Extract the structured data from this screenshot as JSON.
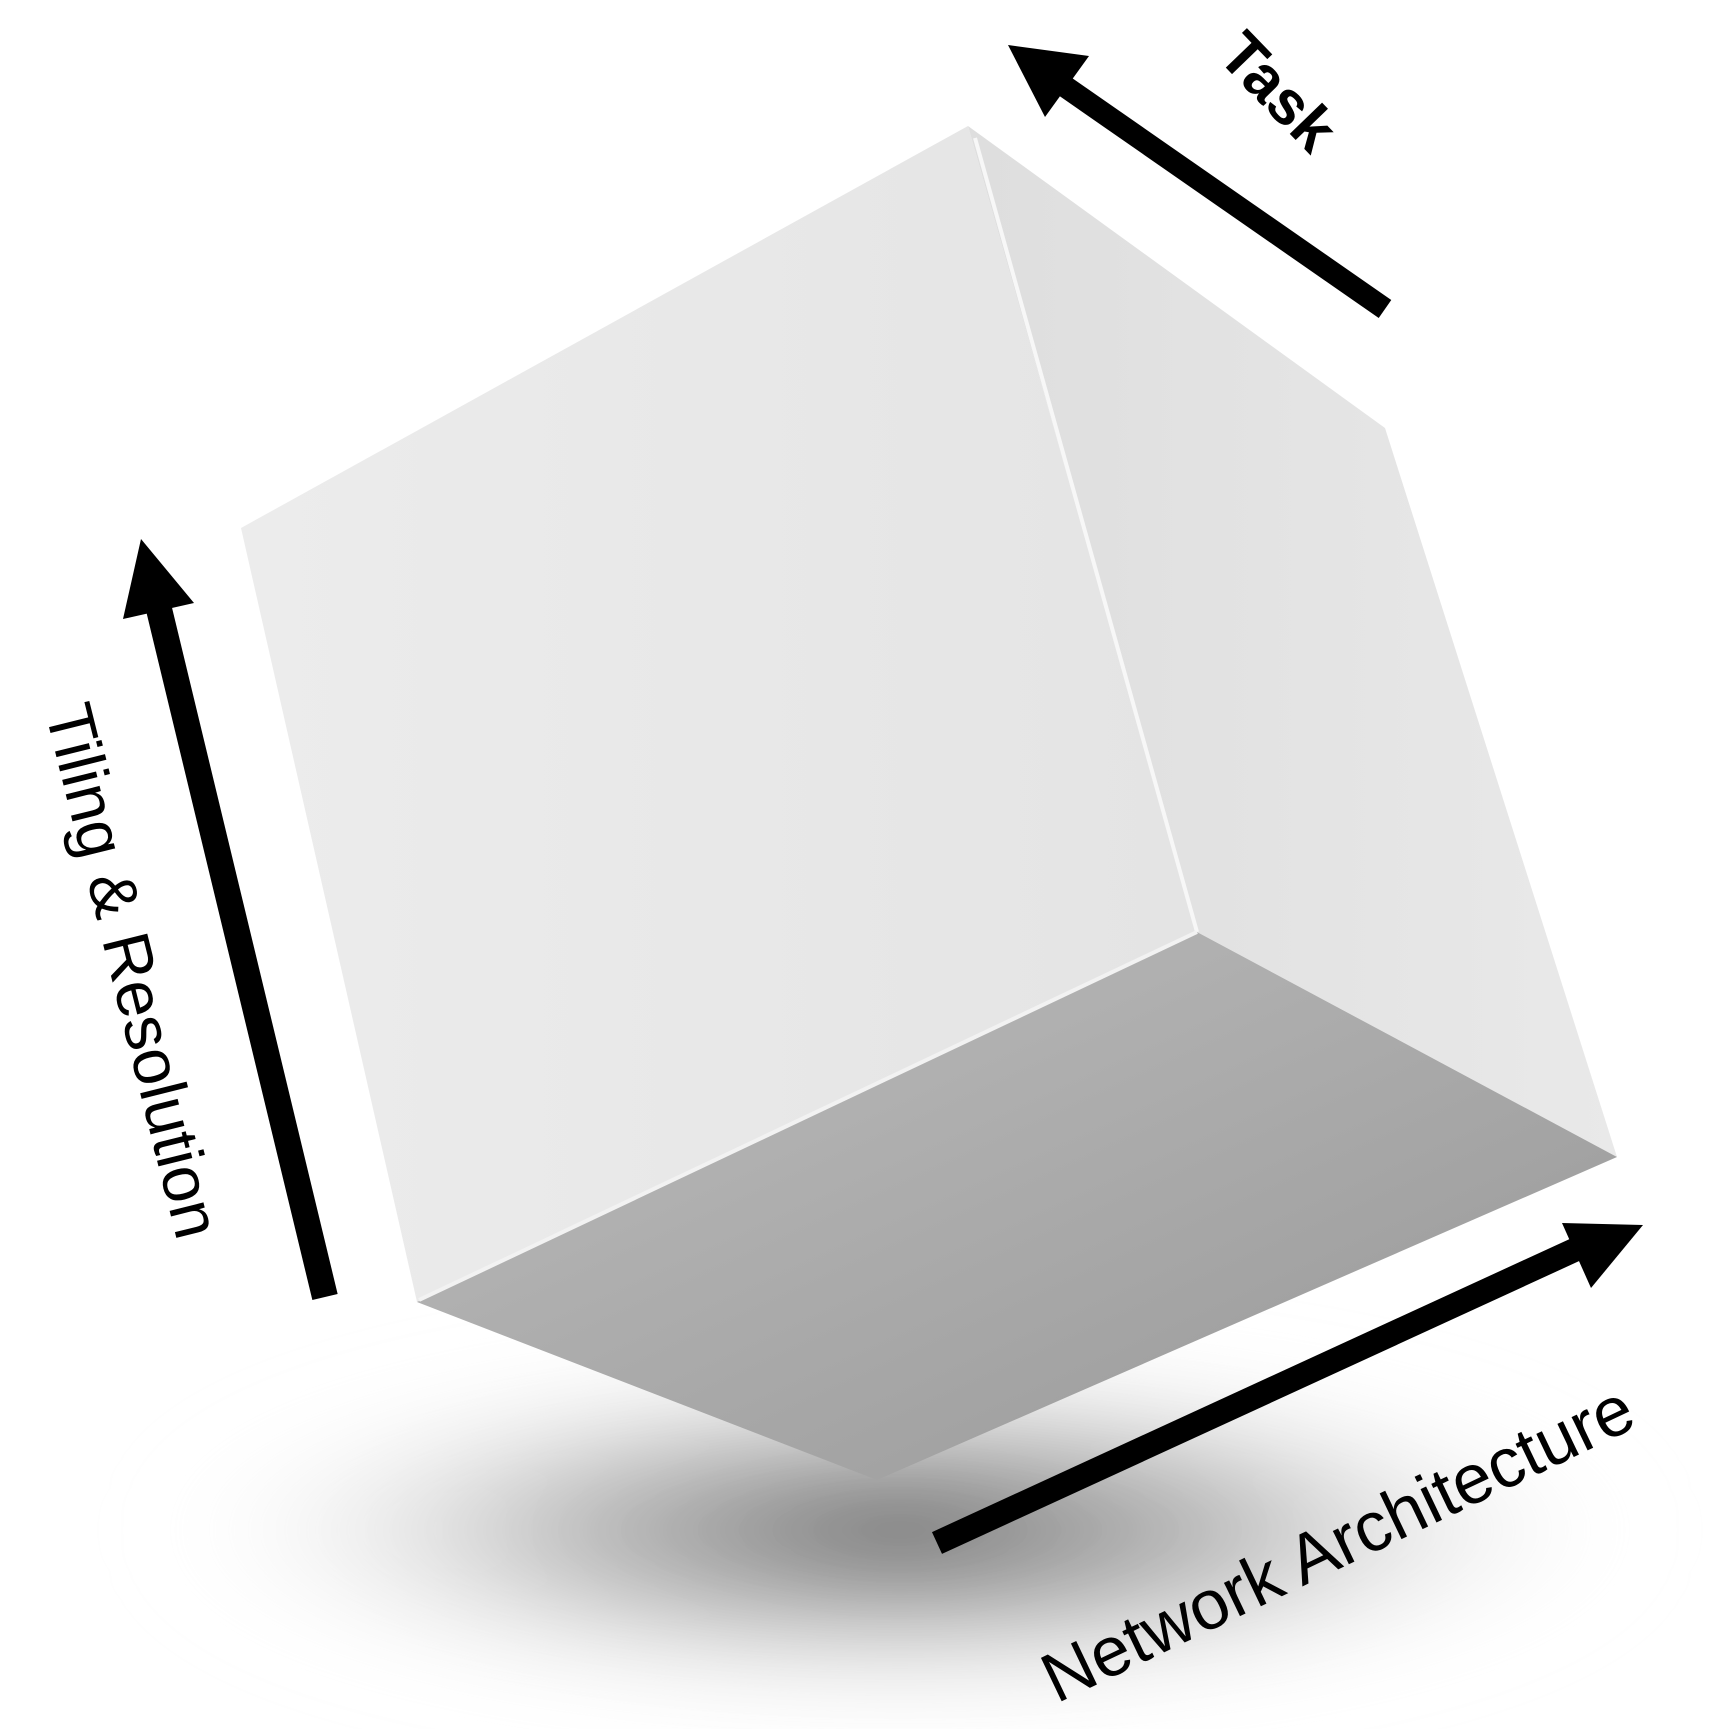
{
  "labels": {
    "task": "Task",
    "tiling_resolution": "Tiling & Resolution",
    "network_architecture": "Network Architecture"
  },
  "colors": {
    "background": "#ffffff",
    "arrow": "#000000",
    "cube_left_face": "#e8e8e8",
    "cube_right_face": "#e2e2e2",
    "cube_bottom_face": "#a8a8a8",
    "shadow": "#606060"
  }
}
